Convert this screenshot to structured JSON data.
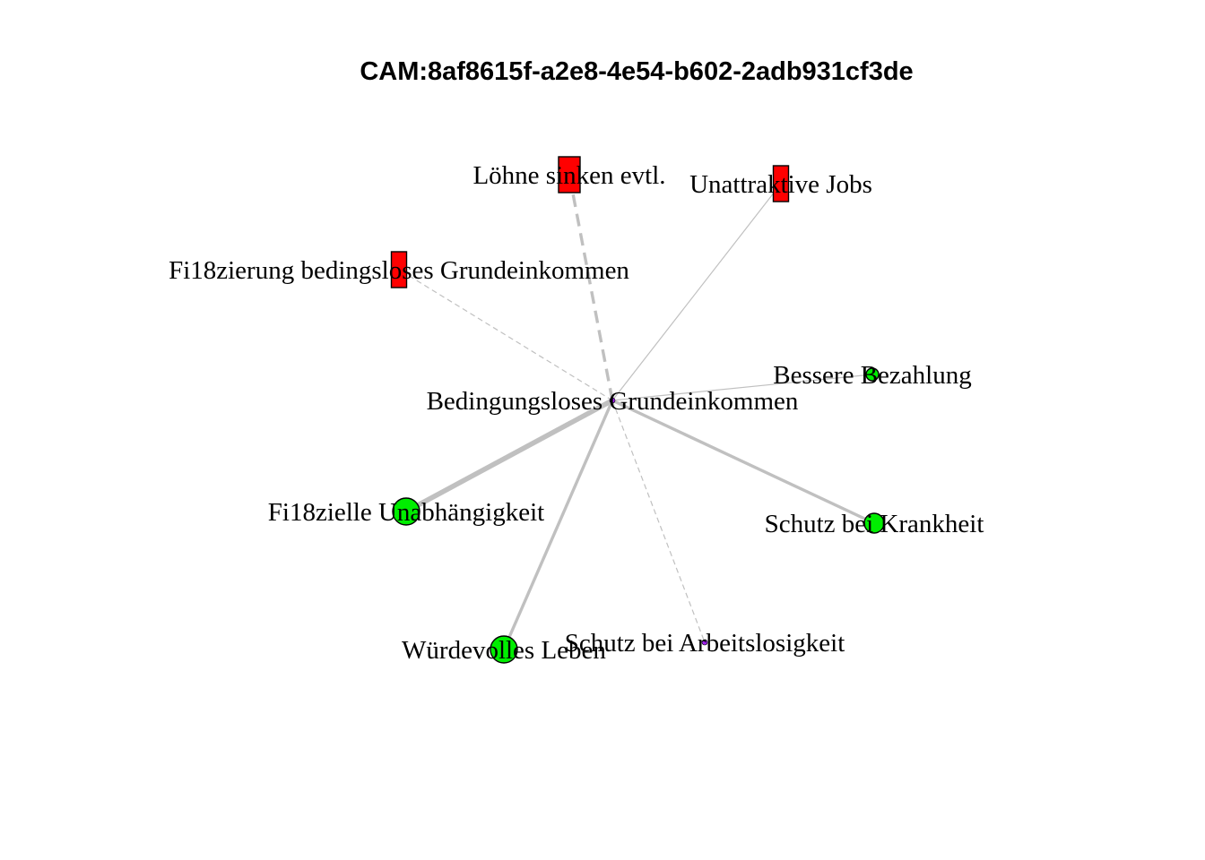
{
  "title": "CAM:8af8615f-a2e8-4e54-b602-2adb931cf3de",
  "colors": {
    "positive": "#00ee00",
    "negative": "#ff0000",
    "neutral": "#a020f0",
    "edge": "#c0c0c0",
    "border": "#000000"
  },
  "nodes": [
    {
      "id": "bge",
      "label": "Bedingungsloses Grundeinkommen",
      "shape": "circle",
      "valence": "neutral",
      "size": "tiny"
    },
    {
      "id": "loehne",
      "label": "Löhne sinken evtl.",
      "shape": "rect",
      "valence": "negative",
      "size": "large"
    },
    {
      "id": "jobs",
      "label": "Unattraktive Jobs",
      "shape": "rect",
      "valence": "negative",
      "size": "medium"
    },
    {
      "id": "finanz",
      "label": "Fi18zierung bedingsloses Grundeinkommen",
      "shape": "rect",
      "valence": "negative",
      "size": "medium"
    },
    {
      "id": "bezahlung",
      "label": "Bessere Bezahlung",
      "shape": "circle",
      "valence": "positive",
      "size": "small"
    },
    {
      "id": "unabh",
      "label": "Fi18zielle Unabhängigkeit",
      "shape": "circle",
      "valence": "positive",
      "size": "large"
    },
    {
      "id": "krankheit",
      "label": "Schutz bei Krankheit",
      "shape": "circle",
      "valence": "positive",
      "size": "medium"
    },
    {
      "id": "arbeitslos",
      "label": "Schutz bei Arbeitslosigkeit",
      "shape": "circle",
      "valence": "neutral",
      "size": "tiny"
    },
    {
      "id": "wuerde",
      "label": "Würdevolles Leben",
      "shape": "circle",
      "valence": "positive",
      "size": "large"
    }
  ],
  "edges": [
    {
      "from": "bge",
      "to": "loehne",
      "style": "dashed",
      "weight": 3
    },
    {
      "from": "bge",
      "to": "jobs",
      "style": "solid",
      "weight": 1
    },
    {
      "from": "bge",
      "to": "finanz",
      "style": "dashed",
      "weight": 1
    },
    {
      "from": "bge",
      "to": "bezahlung",
      "style": "solid",
      "weight": 1
    },
    {
      "from": "bge",
      "to": "unabh",
      "style": "solid",
      "weight": 5
    },
    {
      "from": "bge",
      "to": "krankheit",
      "style": "solid",
      "weight": 3
    },
    {
      "from": "bge",
      "to": "arbeitslos",
      "style": "dashed",
      "weight": 1
    },
    {
      "from": "bge",
      "to": "wuerde",
      "style": "solid",
      "weight": 3
    }
  ]
}
